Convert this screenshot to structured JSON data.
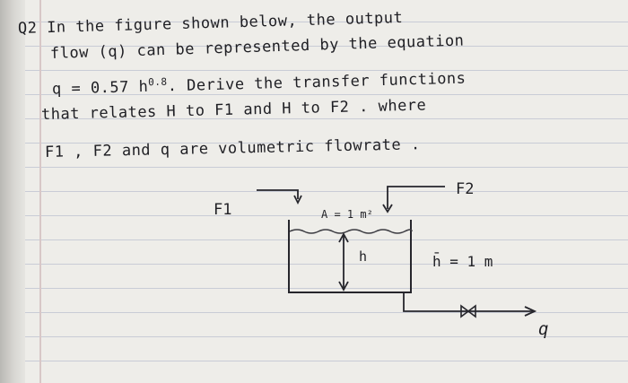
{
  "problem": {
    "line1": "Q2   In the figure shown below, the output",
    "line2": "flow (q) can be represented by the equation",
    "line3_eq": "q = 0.57 h",
    "line3_exp": "0.8",
    "line3_rest": ". Derive the transfer functions",
    "line4": "that relates H to F1 and H to F2 . where",
    "line5": "F1 , F2 and q are volumetric flowrate ."
  },
  "diagram": {
    "inflow1_label": "F1",
    "inflow2_label": "F2",
    "area_label": "A = 1 m²",
    "level_label": "h",
    "steady_level_label": "h̄ = 1 m",
    "outflow_label": "q"
  }
}
